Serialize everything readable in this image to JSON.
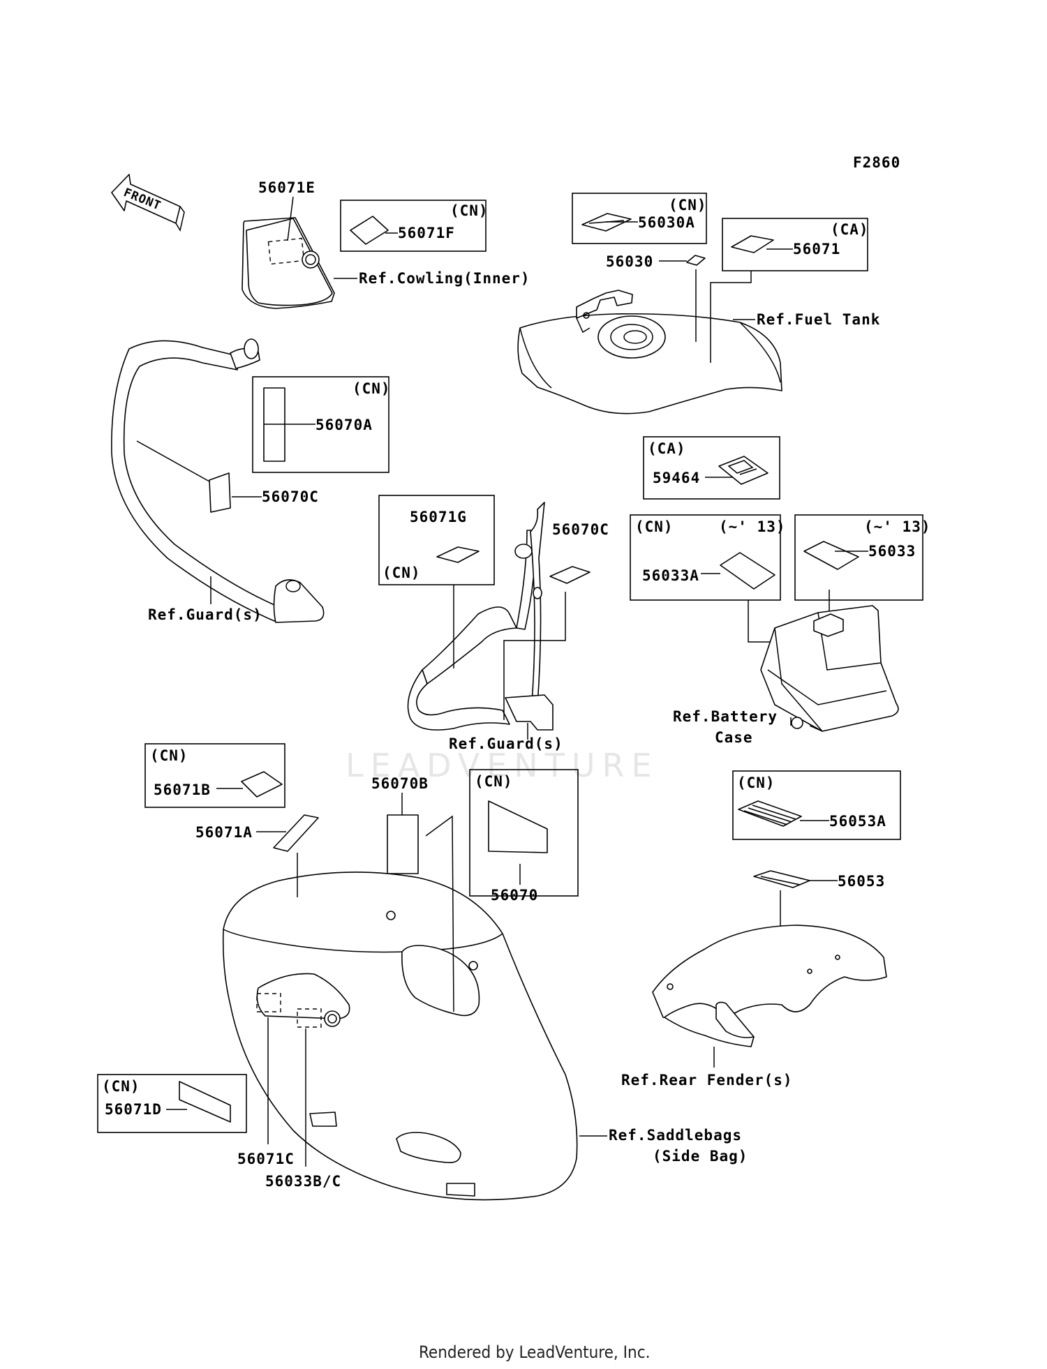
{
  "figure_id": "F2860",
  "front_label": "FRONT",
  "watermark": "LEADVENTURE",
  "footer": "Rendered by LeadVenture, Inc.",
  "tags": {
    "cn": "(CN)",
    "ca": "(CA)",
    "y13": "(~' 13)"
  },
  "parts": {
    "p56071E": "56071E",
    "p56071F": "56071F",
    "p56030A": "56030A",
    "p56030": "56030",
    "p56071": "56071",
    "p56070A": "56070A",
    "p56070C_guard": "56070C",
    "p59464": "59464",
    "p56071G": "56071G",
    "p56070C_side": "56070C",
    "p56033A": "56033A",
    "p56033": "56033",
    "p56071B": "56071B",
    "p56071A": "56071A",
    "p56070B": "56070B",
    "p56070": "56070",
    "p56053A": "56053A",
    "p56053": "56053",
    "p56071D": "56071D",
    "p56071C": "56071C",
    "p56033BC": "56033B/C"
  },
  "refs": {
    "cowling": "Ref.Cowling(Inner)",
    "fuel_tank": "Ref.Fuel Tank",
    "guard_left": "Ref.Guard(s)",
    "guard_center": "Ref.Guard(s)",
    "battery_1": "Ref.Battery",
    "battery_2": "Case",
    "rear_fender": "Ref.Rear Fender(s)",
    "saddlebags_1": "Ref.Saddlebags",
    "saddlebags_2": "(Side Bag)"
  }
}
